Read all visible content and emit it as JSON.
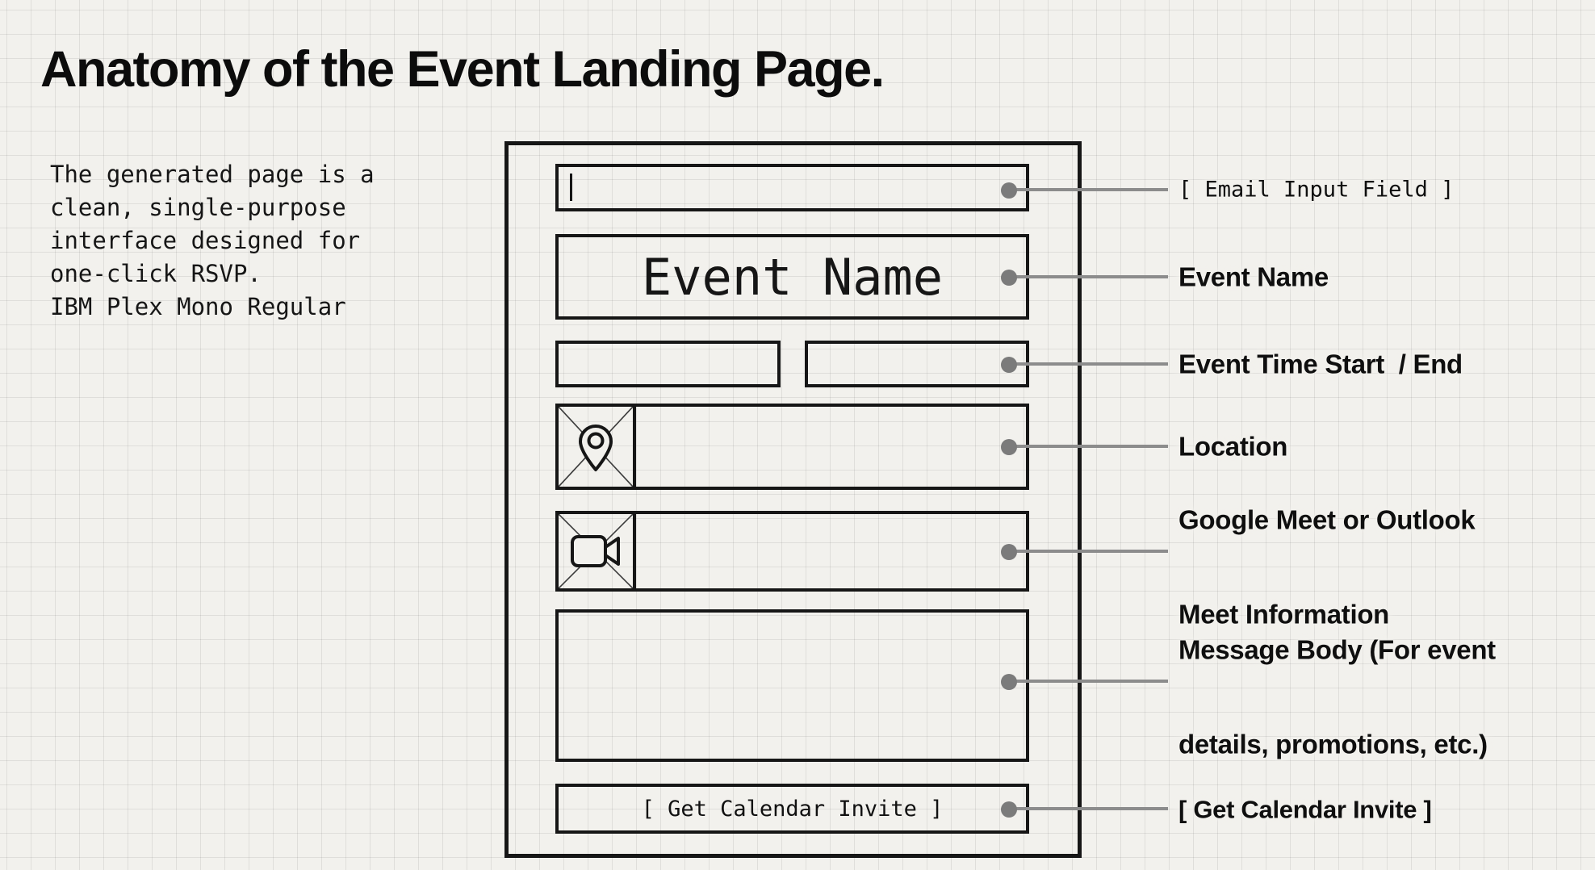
{
  "title": "Anatomy of the Event Landing Page.",
  "description": {
    "text": "The generated page is a\nclean, single-purpose\ninterface designed for\none-click RSVP.\nIBM Plex Mono Regular"
  },
  "wireframe": {
    "event_name": "Event Name",
    "button_label": "[ Get Calendar Invite ]",
    "icons": [
      "location-pin-icon",
      "video-camera-icon"
    ]
  },
  "annotations": [
    {
      "text": "[ Email Input Field ]"
    },
    {
      "text": "Event Name"
    },
    {
      "text": "Event Time Start  / End"
    },
    {
      "text": "Location"
    },
    {
      "lines": [
        "Google Meet or Outlook",
        "Meet Information"
      ]
    },
    {
      "lines": [
        "Message Body (For event",
        "details, promotions, etc.)"
      ]
    },
    {
      "text": "[ Get Calendar Invite ]"
    }
  ],
  "colors": {
    "background": "#f2f1ed",
    "grid_line": "rgba(60,60,55,0.10)",
    "stroke": "#161616",
    "connector": "#8c8c8c",
    "connector_dot": "#7b7b7b",
    "text": "#111111"
  }
}
